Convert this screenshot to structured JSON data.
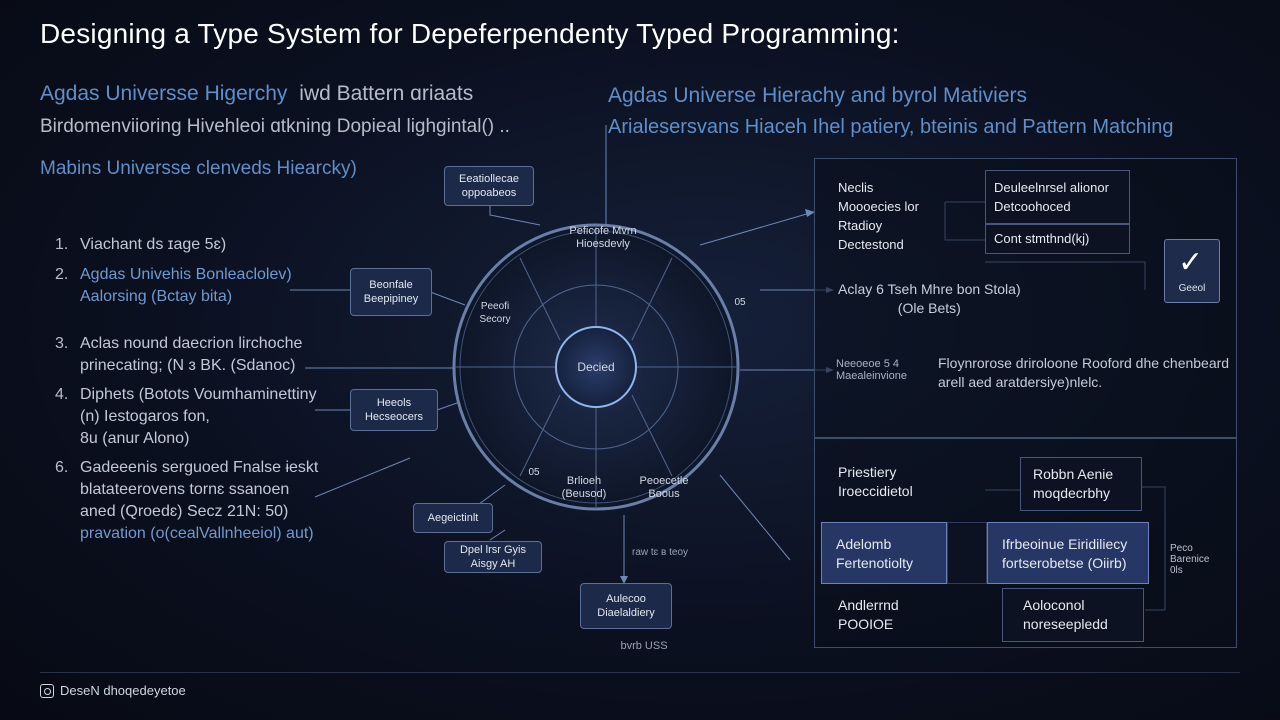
{
  "header": {
    "title": "Designing a Type System for Depeferpendenty Typed Programming:",
    "subtitle_left_1": "Agdas Universse Higerchy",
    "subtitle_left_1_tail": "iwd Battern ɑriaats",
    "subtitle_left_2": "Birdomenviioring Hivehleoi ɑtkning Dopieal lighgintal() ..",
    "subtitle_left_3": "Mabins Universse clenveds Hiearcky)",
    "subtitle_right_1": "Agdas Universe Hierachy and byrol Mativiers",
    "subtitle_right_2": "Arialesersvans Hiaceh Ihel patiery, bteinis and Pattern Matching"
  },
  "list": [
    {
      "num": "1.",
      "lines": [
        "Viachant ds ɪage 5ɛ)"
      ],
      "blue": false
    },
    {
      "num": "2.",
      "lines": [
        "Agdas Univehis Bonleaclolev)",
        "Aalorsing (Bctay bita)"
      ],
      "blue": true
    },
    {
      "num": "3.",
      "lines": [
        "Aclas nound daecrion lirchoche",
        "prinecating; (N ɜ BK. (Sdanoc)"
      ],
      "blue": false
    },
    {
      "num": "4.",
      "lines": [
        "Diphets (Botots Voumhaminettiny",
        "(n) Iestogaros fon,",
        "8u (anur Alono)"
      ],
      "blue": false
    },
    {
      "num": "6.",
      "lines": [
        "Gadeeenis serguoed Fnalse ɨeskt",
        "blatateerovens tornɛ ssanoen",
        "aned (Qroedɛ) Secz 21N: 50)",
        "pravation (o(cealVallnheeiol) aut)"
      ],
      "blue": false
    }
  ],
  "diagram": {
    "center": "Decied",
    "top_label": "Peficofe Mvrn\nHioesdevly",
    "left_label": "Peeofi\nSecory",
    "right_label": "05",
    "bl_label": "05",
    "bottom_label_1": "Brlioeh\n(Beusod)",
    "bottom_label_2": "Peoecetle\nBoous",
    "nodes": {
      "n1": "Eeatiollecae\noppoabeos",
      "n2": "Beonfale\nBeepipiney",
      "n3": "Heeols\nHecseocers",
      "n4": "Aegeictinlt",
      "n5": "Dpel lrsr Gyis\nAisgy AH",
      "n6": "Aulecoo\nDiaelaldiery"
    },
    "caption_small_1": "raw tɛ ʙ teoy",
    "caption_small_2": "bvrb USS"
  },
  "panel_top": {
    "left_text": "Neclis\nMoooecies lor\nRtadioy\nDectestond",
    "box1": "Deuleelnrsel alionor\nDetcoohoced",
    "box2": "Cont stmthnd(kj)",
    "caption": "Aclay 6 Tseh Mhre bon Stola)\n(Ole Bets)",
    "side_label": "Neeoeoe 5 4\nMaealeinvione",
    "side_text": "Floynrorose driroloone Rooford dhe chenbeard\narell aed aratdersiye)nlelc.",
    "check_caption": "Geeol"
  },
  "panel_bottom": {
    "text1": "Priestiery\nIroeccidietol",
    "box1": "Robbn Aenie\nmoqdecrbhy",
    "hi1": "Adelomb\nFertenotiolty",
    "hi2": "Ifrbeoinue Eiridiliecy\nfortserobetse (Oiirb)",
    "text2": "Andlerrnd\nPOOIOE",
    "box2": "Aoloconol\nnoreseepledd",
    "side": "Peco\nBarenice\n0ls"
  },
  "footer": {
    "text": "DeseN dhoqedeyetoe"
  }
}
